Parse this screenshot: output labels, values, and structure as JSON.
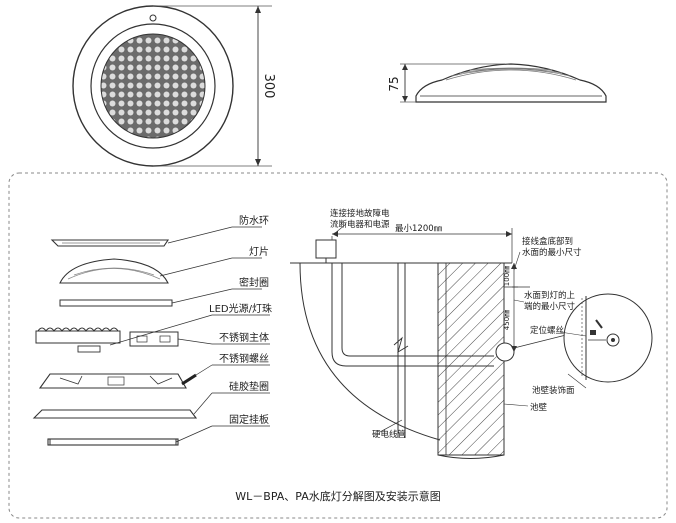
{
  "dimensions": {
    "diameter": "300",
    "height": "75",
    "min_distance": "最小1200㎜",
    "depth_a": "100㎜",
    "depth_b": "450㎜"
  },
  "parts": [
    "防水环",
    "灯片",
    "密封圈",
    "LED光源/灯珠",
    "不锈钢主体",
    "不锈钢螺丝",
    "硅胶垫圈",
    "固定挂板"
  ],
  "install_labels": {
    "breaker_line1": "连接接地故障电",
    "breaker_line2": "流断电器和电源",
    "junction_line1": "接线盒底部到",
    "junction_line2": "水面的最小尺寸",
    "water_line1": "水面到灯的上",
    "water_line2": "端的最小尺寸",
    "positioning_screw": "定位螺丝",
    "pool_finish": "池壁装饰面",
    "pool_wall": "池壁",
    "conduit": "硬电线管"
  },
  "caption": "WL－BPA、PA水底灯分解图及安装示意图"
}
